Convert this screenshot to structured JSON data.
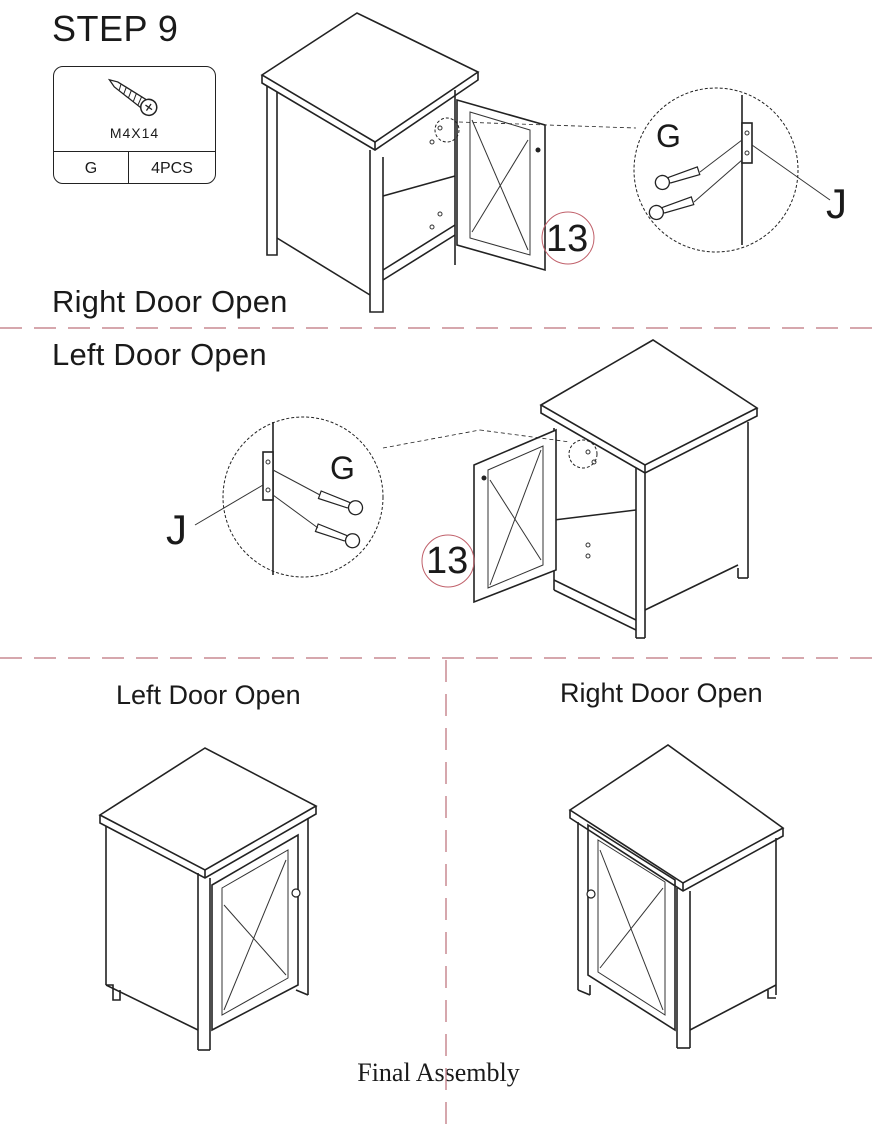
{
  "step": {
    "title": "STEP 9"
  },
  "parts": {
    "spec": "M4X14",
    "letter": "G",
    "qty": "4PCS",
    "icon": "screw-icon"
  },
  "sections": {
    "right_open": {
      "label": "Right Door Open",
      "callout_g": "G",
      "callout_j": "J",
      "part_number": "13"
    },
    "left_open": {
      "label": "Left Door Open",
      "callout_g": "G",
      "callout_j": "J",
      "part_number": "13"
    }
  },
  "final": {
    "left_label": "Left Door Open",
    "right_label": "Right Door Open",
    "caption": "Final Assembly"
  },
  "colors": {
    "divider": "#c98a92",
    "callout_circle": "#c0606a",
    "ink": "#222222"
  }
}
